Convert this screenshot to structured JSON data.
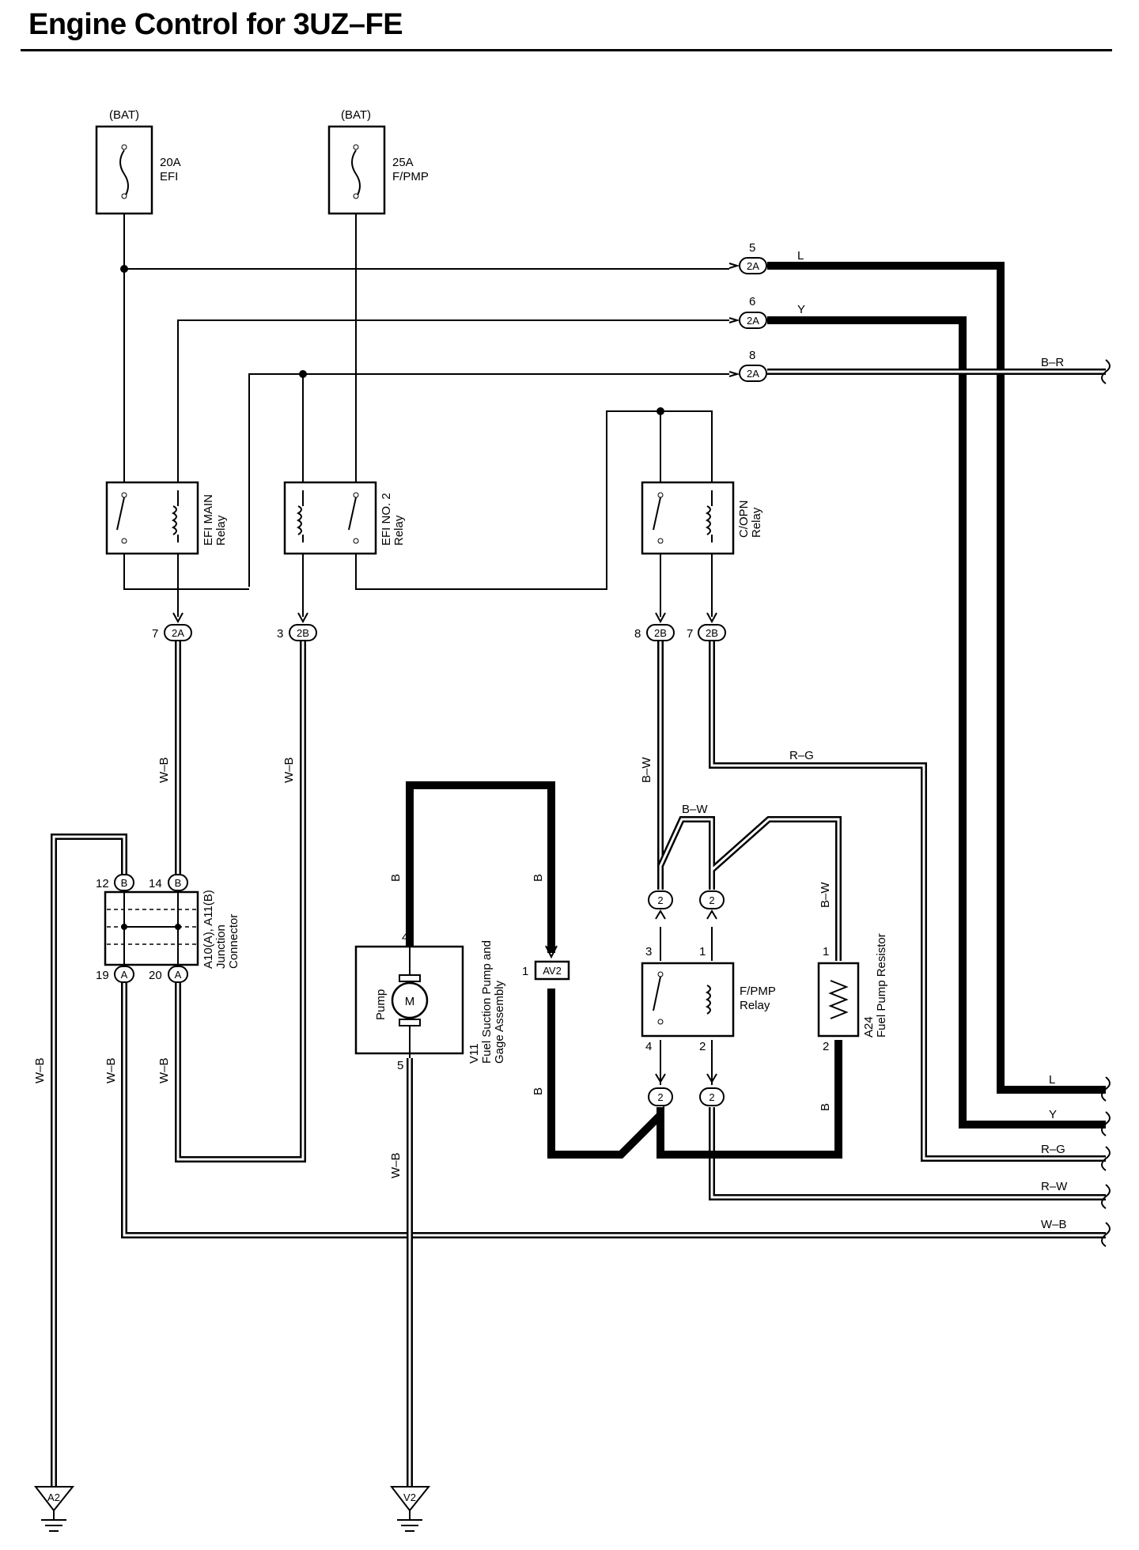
{
  "title": "Engine Control for 3UZ–FE",
  "fuses": [
    {
      "supply": "(BAT)",
      "rating": "20A",
      "name": "EFI"
    },
    {
      "supply": "(BAT)",
      "rating": "25A",
      "name": "F/PMP"
    }
  ],
  "relays": {
    "efi_main": [
      "EFI MAIN",
      "Relay"
    ],
    "efi_no2": [
      "EFI NO. 2",
      "Relay"
    ],
    "c_opn": [
      "C/OPN",
      "Relay"
    ],
    "fpmp": [
      "F/PMP",
      "Relay"
    ]
  },
  "connectors": {
    "c2A": "2A",
    "c2B": "2B",
    "c2": "2",
    "cB": "B",
    "cA": "A",
    "av2": "AV2"
  },
  "pins": {
    "p5": "5",
    "p6": "6",
    "p8": "8",
    "p7": "7",
    "p3": "3",
    "p12": "12",
    "p14": "14",
    "p19": "19",
    "p20": "20",
    "p4": "4",
    "p1": "1",
    "p2": "2"
  },
  "wire_colors": {
    "L": "L",
    "Y": "Y",
    "BR": "B–R",
    "WB": "W–B",
    "BW": "B–W",
    "RG": "R–G",
    "RW": "R–W",
    "B": "B"
  },
  "junction": [
    "A10(A), A11(B)",
    "Junction",
    "Connector"
  ],
  "pump": {
    "label": "Pump",
    "motor": "M",
    "id": "V11",
    "name": [
      "Fuel Suction Pump and",
      "Gage Assembly"
    ]
  },
  "resistor": {
    "id": "A24",
    "name": "Fuel Pump Resistor"
  },
  "grounds": [
    "A2",
    "V2"
  ]
}
